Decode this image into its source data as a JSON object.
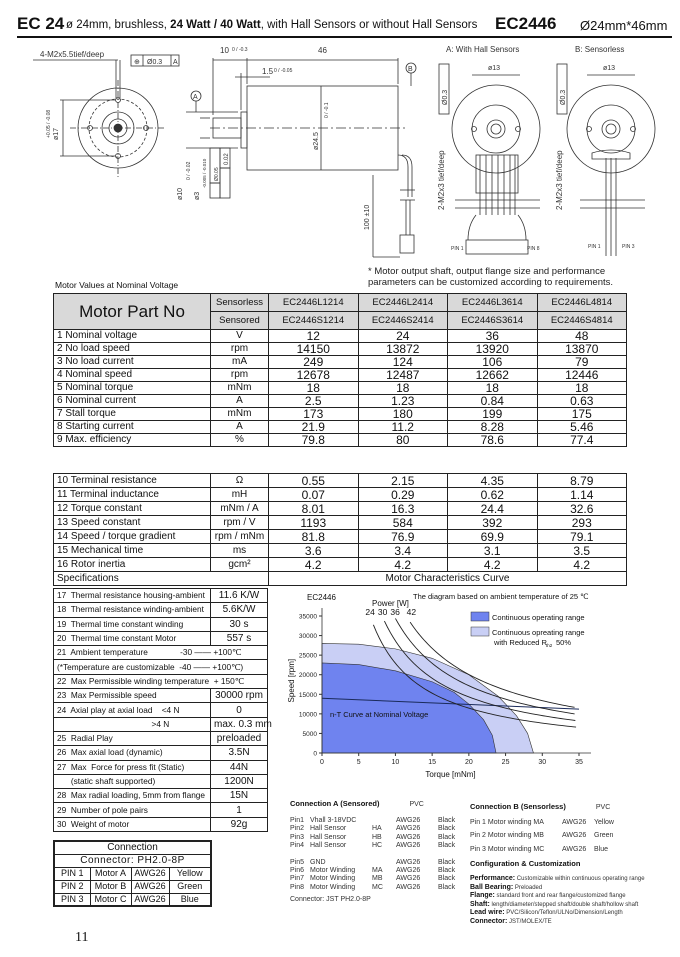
{
  "header": {
    "series": "EC 24",
    "desc_pre": "ø 24mm, brushless, ",
    "desc_bold": "24 Watt / 40 Watt",
    "desc_post": ", with Hall Sensors or without Hall Sensors",
    "model": "EC2446",
    "size": "Ø24mm*46mm"
  },
  "drawing": {
    "thread_front": "4-M2x5.5tief/deep",
    "tol_front": [
      "⊕",
      "Ø0.3",
      "A"
    ],
    "dia17": "ø17",
    "dia17_tol": "+0.05 / -0.08",
    "len10": "10",
    "len10_tol": "0 / -0.3",
    "len46": "46",
    "len15": "1.5",
    "len15_tol": "0 / -0.05",
    "datum_a": "A",
    "datum_b": "B",
    "dia245": "ø24.5",
    "dia245_tol": "0 / -0.1",
    "dia10": "ø10",
    "dia10_tol": "0 / -0.02",
    "dia3": "ø3",
    "dia3_tol": "-0.005 / -0.010",
    "tol_conc": [
      "◎",
      "Ø0.05",
      "A"
    ],
    "tol_run": [
      "↗",
      "0.02"
    ],
    "lead_len": "100 ±10",
    "view_a": "A: With Hall Sensors",
    "view_b": "B: Sensorless",
    "dia13": "ø13",
    "thread_rear": "2-M2x3 tief/deep",
    "tol_rear": [
      "⊕",
      "Ø0.3",
      "B"
    ],
    "pin1": "PIN 1",
    "pin8": "PIN 8",
    "pin3": "PIN 3"
  },
  "note": [
    "* Motor output shaft, output flange size and performance",
    "parameters can be customized according to requirements."
  ],
  "motor_values_title": "Motor Values at Nominal Voltage",
  "main_table": {
    "title": "Motor Part No",
    "sensorless_label": "Sensorless",
    "sensored_label": "Sensored",
    "sensorless": [
      "EC2446L1214",
      "EC2446L2414",
      "EC2446L3614",
      "EC2446L4814"
    ],
    "sensored": [
      "EC2446S1214",
      "EC2446S2414",
      "EC2446S3614",
      "EC2446S4814"
    ],
    "rows": [
      {
        "no": "1",
        "label": "Nominal voltage",
        "unit": "V",
        "values": [
          "12",
          "24",
          "36",
          "48"
        ]
      },
      {
        "no": "2",
        "label": "No load speed",
        "unit": "rpm",
        "values": [
          "14150",
          "13872",
          "13920",
          "13870"
        ]
      },
      {
        "no": "3",
        "label": "No load current",
        "unit": "mA",
        "values": [
          "249",
          "124",
          "106",
          "79"
        ]
      },
      {
        "no": "4",
        "label": "Nominal speed",
        "unit": "rpm",
        "values": [
          "12678",
          "12487",
          "12662",
          "12446"
        ]
      },
      {
        "no": "5",
        "label": "Nominal torque",
        "unit": "mNm",
        "values": [
          "18",
          "18",
          "18",
          "18"
        ]
      },
      {
        "no": "6",
        "label": "Nominal current",
        "unit": "A",
        "values": [
          "2.5",
          "1.23",
          "0.84",
          "0.63"
        ]
      },
      {
        "no": "7",
        "label": "Stall torque",
        "unit": "mNm",
        "values": [
          "173",
          "180",
          "199",
          "175"
        ]
      },
      {
        "no": "8",
        "label": "Starting current",
        "unit": "A",
        "values": [
          "21.9",
          "11.2",
          "8.28",
          "5.46"
        ]
      },
      {
        "no": "9",
        "label": "Max. efficiency",
        "unit": "%",
        "values": [
          "79.8",
          "80",
          "78.6",
          "77.4"
        ]
      }
    ],
    "rows2": [
      {
        "no": "10",
        "label": "Terminal resistance",
        "unit": "Ω",
        "values": [
          "0.55",
          "2.15",
          "4.35",
          "8.79"
        ]
      },
      {
        "no": "11",
        "label": "Terminal inductance",
        "unit": "mH",
        "values": [
          "0.07",
          "0.29",
          "0.62",
          "1.14"
        ]
      },
      {
        "no": "12",
        "label": "Torque constant",
        "unit": "mNm / A",
        "values": [
          "8.01",
          "16.3",
          "24.4",
          "32.6"
        ]
      },
      {
        "no": "13",
        "label": "Speed constant",
        "unit": "rpm / V",
        "values": [
          "1193",
          "584",
          "392",
          "293"
        ]
      },
      {
        "no": "14",
        "label": "Speed / torque gradient",
        "unit": "rpm / mNm",
        "values": [
          "81.8",
          "76.9",
          "69.9",
          "79.1"
        ]
      },
      {
        "no": "15",
        "label": "Mechanical time",
        "unit": "ms",
        "values": [
          "3.6",
          "3.4",
          "3.1",
          "3.5"
        ]
      },
      {
        "no": "16",
        "label": "Rotor inertia",
        "unit": "gcm²",
        "values": [
          "4.2",
          "4.2",
          "4.2",
          "4.2"
        ]
      }
    ],
    "specifications_label": "Specifications",
    "curve_label": "Motor Characteristics Curve"
  },
  "spec_table": [
    {
      "label": "17  Thermal resistance housing-ambient",
      "value": "11.6 K/W"
    },
    {
      "label": "18  Thermal resistance winding-ambient",
      "value": "5.6K/W"
    },
    {
      "label": "19  Thermal time constant winding",
      "value": "30 s"
    },
    {
      "label": "20  Thermal time constant Motor",
      "value": "557 s"
    },
    {
      "label": "21  Ambient temperature              -30 —— +100℃",
      "full": true
    },
    {
      "label": "(*Temperature are customizable  -40 —— +100℃)",
      "full": true
    },
    {
      "label": "22  Max Permissible winding temperature  + 150℃",
      "full": true
    },
    {
      "label": "23  Max Permissible speed",
      "value": "30000 rpm"
    },
    {
      "label": "24  Axial play at axial load    <4 N",
      "value": "0"
    },
    {
      "label": "                                         >4 N",
      "value": "max. 0.3 mm"
    },
    {
      "label": "25  Radial Play",
      "value": "preloaded"
    },
    {
      "label": "26  Max axial load (dynamic)",
      "value": "3.5N"
    },
    {
      "label": "27  Max  Force for press fit (Static)",
      "value": "44N"
    },
    {
      "label": "      (static shaft supported)",
      "value": "1200N"
    },
    {
      "label": "28  Max radial loading, 5mm from flange",
      "value": "15N"
    },
    {
      "label": "29  Number of pole pairs",
      "value": "1"
    },
    {
      "label": "30  Weight of motor",
      "value": "92g"
    }
  ],
  "chart_data": {
    "type": "area",
    "title": "EC2446",
    "subtitle": "The diagram based on ambient temperature of 25 ℃",
    "xlabel": "Torque [mNm]",
    "ylabel": "Speed [rpm]",
    "xlim": [
      0,
      35
    ],
    "ylim": [
      0,
      35000
    ],
    "xticks": [
      0,
      5,
      10,
      15,
      20,
      25,
      30,
      35
    ],
    "yticks": [
      0,
      5000,
      10000,
      15000,
      20000,
      25000,
      30000,
      35000
    ],
    "grid": false,
    "legend_position": "top-right",
    "power_label": "Power [W]",
    "power_curves": [
      24,
      30,
      36,
      42
    ],
    "series": [
      {
        "name": "Continuous operating range",
        "color": "#6f83ef",
        "points": [
          [
            0,
            23000
          ],
          [
            5,
            22600
          ],
          [
            10,
            21000
          ],
          [
            15,
            18200
          ],
          [
            18,
            15500
          ],
          [
            20,
            12500
          ],
          [
            22,
            8500
          ],
          [
            23.2,
            4500
          ],
          [
            23.7,
            0
          ]
        ]
      },
      {
        "name": "Continuous opreating range with Reduced R th2 50%",
        "color": "#c9cff5",
        "points": [
          [
            0,
            28000
          ],
          [
            5,
            27800
          ],
          [
            10,
            26600
          ],
          [
            15,
            24200
          ],
          [
            20,
            20000
          ],
          [
            24,
            14500
          ],
          [
            26.5,
            9500
          ],
          [
            28,
            5000
          ],
          [
            28.8,
            0
          ]
        ]
      },
      {
        "name": "n-T Curve at Nominal Voltage",
        "color": "#1a2a5a",
        "points": [
          [
            0,
            14000
          ],
          [
            35,
            11200
          ]
        ]
      }
    ],
    "legend": [
      "Continuous operating range",
      "Continuous opreating range",
      "with Reduced R",
      "th2",
      "50%"
    ]
  },
  "connection_a": {
    "title": "Connection A  (Sensored)",
    "material": "PVC",
    "pins": [
      [
        "Pin1",
        "Vhall 3-18VDC",
        "",
        "AWG26",
        "Black"
      ],
      [
        "Pin2",
        "Hall Sensor",
        "HA",
        "AWG26",
        "Black"
      ],
      [
        "Pin3",
        "Hall Sensor",
        "HB",
        "AWG26",
        "Black"
      ],
      [
        "Pin4",
        "Hall Sensor",
        "HC",
        "AWG26",
        "Black"
      ],
      [
        "Pin5",
        "GND",
        "",
        "AWG26",
        "Black"
      ],
      [
        "Pin6",
        "Motor Winding",
        "MA",
        "AWG26",
        "Black"
      ],
      [
        "Pin7",
        "Motor Winding",
        "MB",
        "AWG26",
        "Black"
      ],
      [
        "Pin8",
        "Motor Winding",
        "MC",
        "AWG26",
        "Black"
      ]
    ],
    "connector": "Connector:  JST  PH2.0-8P"
  },
  "connection_b": {
    "title": "Connection B  (Sensorless)",
    "material": "PVC",
    "pins": [
      [
        "Pin 1 Motor winding MA",
        "AWG26",
        "Yellow"
      ],
      [
        "Pin 2 Motor winding MB",
        "AWG26",
        "Green"
      ],
      [
        "Pin 3 Motor winding MC",
        "AWG26",
        "Blue"
      ]
    ]
  },
  "config": {
    "title": "Configuration & Customization",
    "items": [
      [
        "Performance",
        "Customizable within continuous operating range"
      ],
      [
        "Ball Bearing",
        "Preloaded"
      ],
      [
        "Flange",
        "standard front and rear flange/customized flange"
      ],
      [
        "Shaft",
        "length/diameter/stepped shaft/double shaft/hollow shaft"
      ],
      [
        "Lead wire",
        "PVC/Silicon/Teflon/ULNo/Dimension/Length"
      ],
      [
        "Connector",
        "JST/MOLEX/TE"
      ]
    ]
  },
  "conn_table": {
    "title": "Connection",
    "connector": "Connector:  PH2.0-8P",
    "rows": [
      [
        "PIN 1",
        "Motor A",
        "AWG26",
        "Yellow"
      ],
      [
        "PIN 2",
        "Motor B",
        "AWG26",
        "Green"
      ],
      [
        "PIN 3",
        "Motor C",
        "AWG26",
        "Blue"
      ]
    ]
  },
  "page_number": "11"
}
